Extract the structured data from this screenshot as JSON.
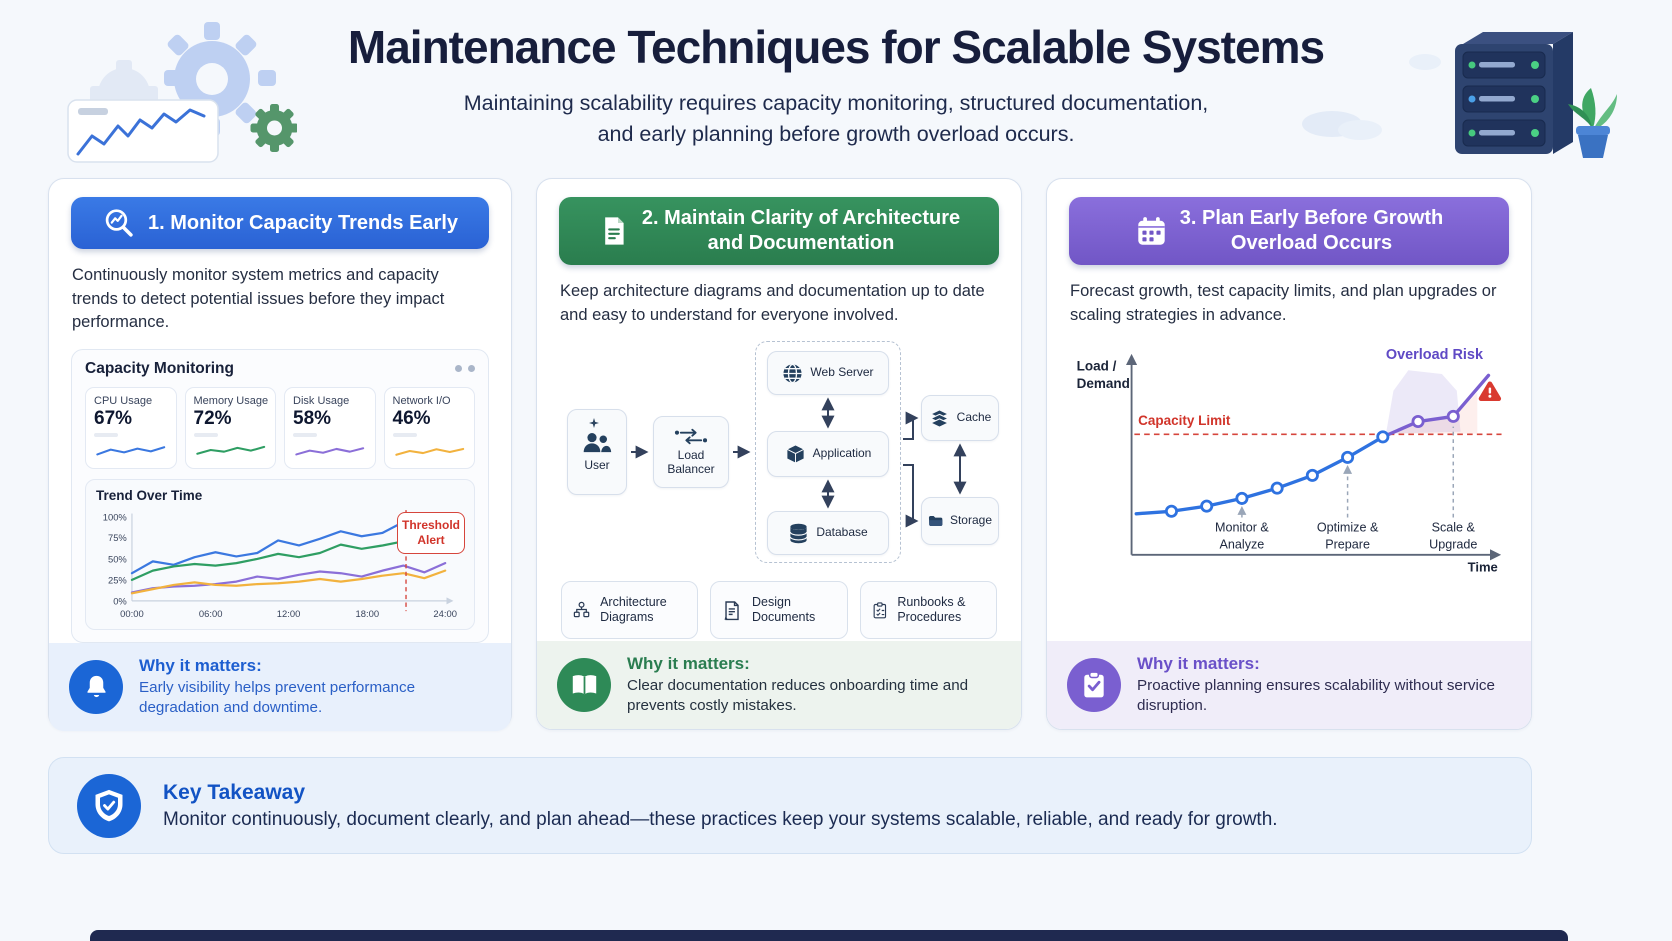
{
  "header": {
    "title": "Maintenance Techniques for Scalable Systems",
    "subtitle_line1": "Maintaining scalability requires capacity monitoring, structured documentation,",
    "subtitle_line2": "and early planning before growth overload occurs."
  },
  "panel1": {
    "header": "1. Monitor Capacity Trends Early",
    "description": "Continuously monitor system metrics and capacity trends to detect potential issues before they impact performance.",
    "dashboard": {
      "title": "Capacity Monitoring",
      "metrics": [
        {
          "label": "CPU Usage",
          "value": "67%",
          "color": "#3b78e0",
          "spark": [
            30,
            58,
            42,
            64,
            48,
            72
          ]
        },
        {
          "label": "Memory Usage",
          "value": "72%",
          "color": "#2f9e63",
          "spark": [
            34,
            56,
            46,
            68,
            52,
            74
          ]
        },
        {
          "label": "Disk Usage",
          "value": "58%",
          "color": "#8b6fd8",
          "spark": [
            30,
            52,
            40,
            62,
            46,
            66
          ]
        },
        {
          "label": "Network I/O",
          "value": "46%",
          "color": "#f2b23e",
          "spark": [
            28,
            50,
            38,
            60,
            44,
            62
          ]
        }
      ]
    },
    "why": {
      "title": "Why it matters:",
      "text": "Early visibility helps prevent performance degradation and downtime."
    }
  },
  "panel2": {
    "header": "2. Maintain Clarity of Architecture and Documentation",
    "header_lines": [
      "2. Maintain Clarity of Architecture",
      "and Documentation"
    ],
    "description": "Keep architecture diagrams and documentation up to date and easy to understand for everyone involved.",
    "diagram": {
      "user": "User",
      "load_balancer": "Load Balancer",
      "web_server": "Web Server",
      "application": "Application",
      "database": "Database",
      "cache": "Cache",
      "storage": "Storage"
    },
    "docs": [
      {
        "label": "Architecture Diagrams"
      },
      {
        "label": "Design Documents"
      },
      {
        "label": "Runbooks & Procedures"
      }
    ],
    "why": {
      "title": "Why it matters:",
      "text": "Clear documentation reduces onboarding time and prevents costly mistakes."
    }
  },
  "panel3": {
    "header": "3. Plan Early Before Growth Overload Occurs",
    "header_lines": [
      "3. Plan Early Before Growth",
      "Overload Occurs"
    ],
    "description": "Forecast growth, test capacity limits, and plan upgrades or scaling strategies in advance.",
    "why": {
      "title": "Why it matters:",
      "text": "Proactive planning ensures scalability without service disruption."
    }
  },
  "takeaway": {
    "title": "Key Takeaway",
    "text": "Monitor continuously, document clearly, and plan ahead—these practices keep your systems scalable, reliable, and ready for growth."
  },
  "icons": {
    "magnifier-chart-icon": "🔍",
    "document-icon": "📄",
    "calendar-icon": "📅",
    "bell-icon": "🔔",
    "open-book-icon": "📖",
    "clipboard-check-icon": "✅",
    "shield-check-icon": "🛡",
    "users-icon": "👥",
    "sparkle-icon": "✦",
    "load-balancer-icon": "⇄",
    "globe-icon": "🌐",
    "application-cube-icon": "⬡",
    "database-icon": "🗄",
    "cache-layers-icon": "▤",
    "storage-folder-icon": "📁",
    "org-chart-icon": "🗂",
    "design-document-icon": "📝",
    "runbook-checklist-icon": "☑",
    "warning-icon": "⚠",
    "gear-icon": "⚙",
    "server-rack-icon": "🖥",
    "window-dots-icon": "••"
  },
  "chart_data": [
    {
      "type": "line",
      "title": "Trend Over Time",
      "x_ticks": [
        "00:00",
        "06:00",
        "12:00",
        "18:00",
        "24:00"
      ],
      "y_ticks": [
        "100%",
        "75%",
        "50%",
        "25%",
        "0%"
      ],
      "ylim": [
        0,
        100
      ],
      "x_range_hours": [
        0,
        24
      ],
      "threshold_hour": 21,
      "annotation": "Threshold Alert",
      "legend": "none",
      "series": [
        {
          "name": "CPU Usage",
          "color": "#3b78e0",
          "values": [
            33,
            47,
            43,
            52,
            58,
            53,
            57,
            72,
            66,
            74,
            83,
            77,
            81,
            94,
            90,
            100
          ]
        },
        {
          "name": "Memory Usage",
          "color": "#2f9e63",
          "values": [
            25,
            36,
            41,
            44,
            42,
            45,
            50,
            56,
            52,
            57,
            67,
            62,
            66,
            71,
            69,
            82
          ]
        },
        {
          "name": "Disk Usage",
          "color": "#8b6fd8",
          "values": [
            10,
            15,
            17,
            18,
            20,
            23,
            29,
            26,
            31,
            35,
            33,
            29,
            36,
            42,
            34,
            45
          ]
        },
        {
          "name": "Network I/O",
          "color": "#f2b23e",
          "values": [
            9,
            14,
            19,
            22,
            19,
            18,
            20,
            21,
            23,
            26,
            23,
            26,
            30,
            33,
            27,
            36
          ]
        }
      ]
    },
    {
      "type": "line",
      "title": "Growth vs Capacity",
      "ylabel": "Load / Demand",
      "ylabel_lines": [
        "Load /",
        "Demand"
      ],
      "xlabel": "Time",
      "capacity_limit_label": "Capacity Limit",
      "overload_label": "Overload Risk",
      "capacity_limit": 45,
      "load_values": [
        14,
        15,
        17,
        20,
        24,
        29,
        36,
        44,
        50,
        52,
        68
      ],
      "stages": [
        "Monitor & Analyze",
        "Optimize & Prepare",
        "Scale & Upgrade"
      ],
      "stage_lines": [
        [
          "Monitor &",
          "Analyze"
        ],
        [
          "Optimize &",
          "Prepare"
        ],
        [
          "Scale &",
          "Upgrade"
        ]
      ],
      "stage_indices": [
        3,
        6,
        9
      ],
      "color_below": "#2e72e0",
      "color_above": "#7a5fd0"
    }
  ]
}
